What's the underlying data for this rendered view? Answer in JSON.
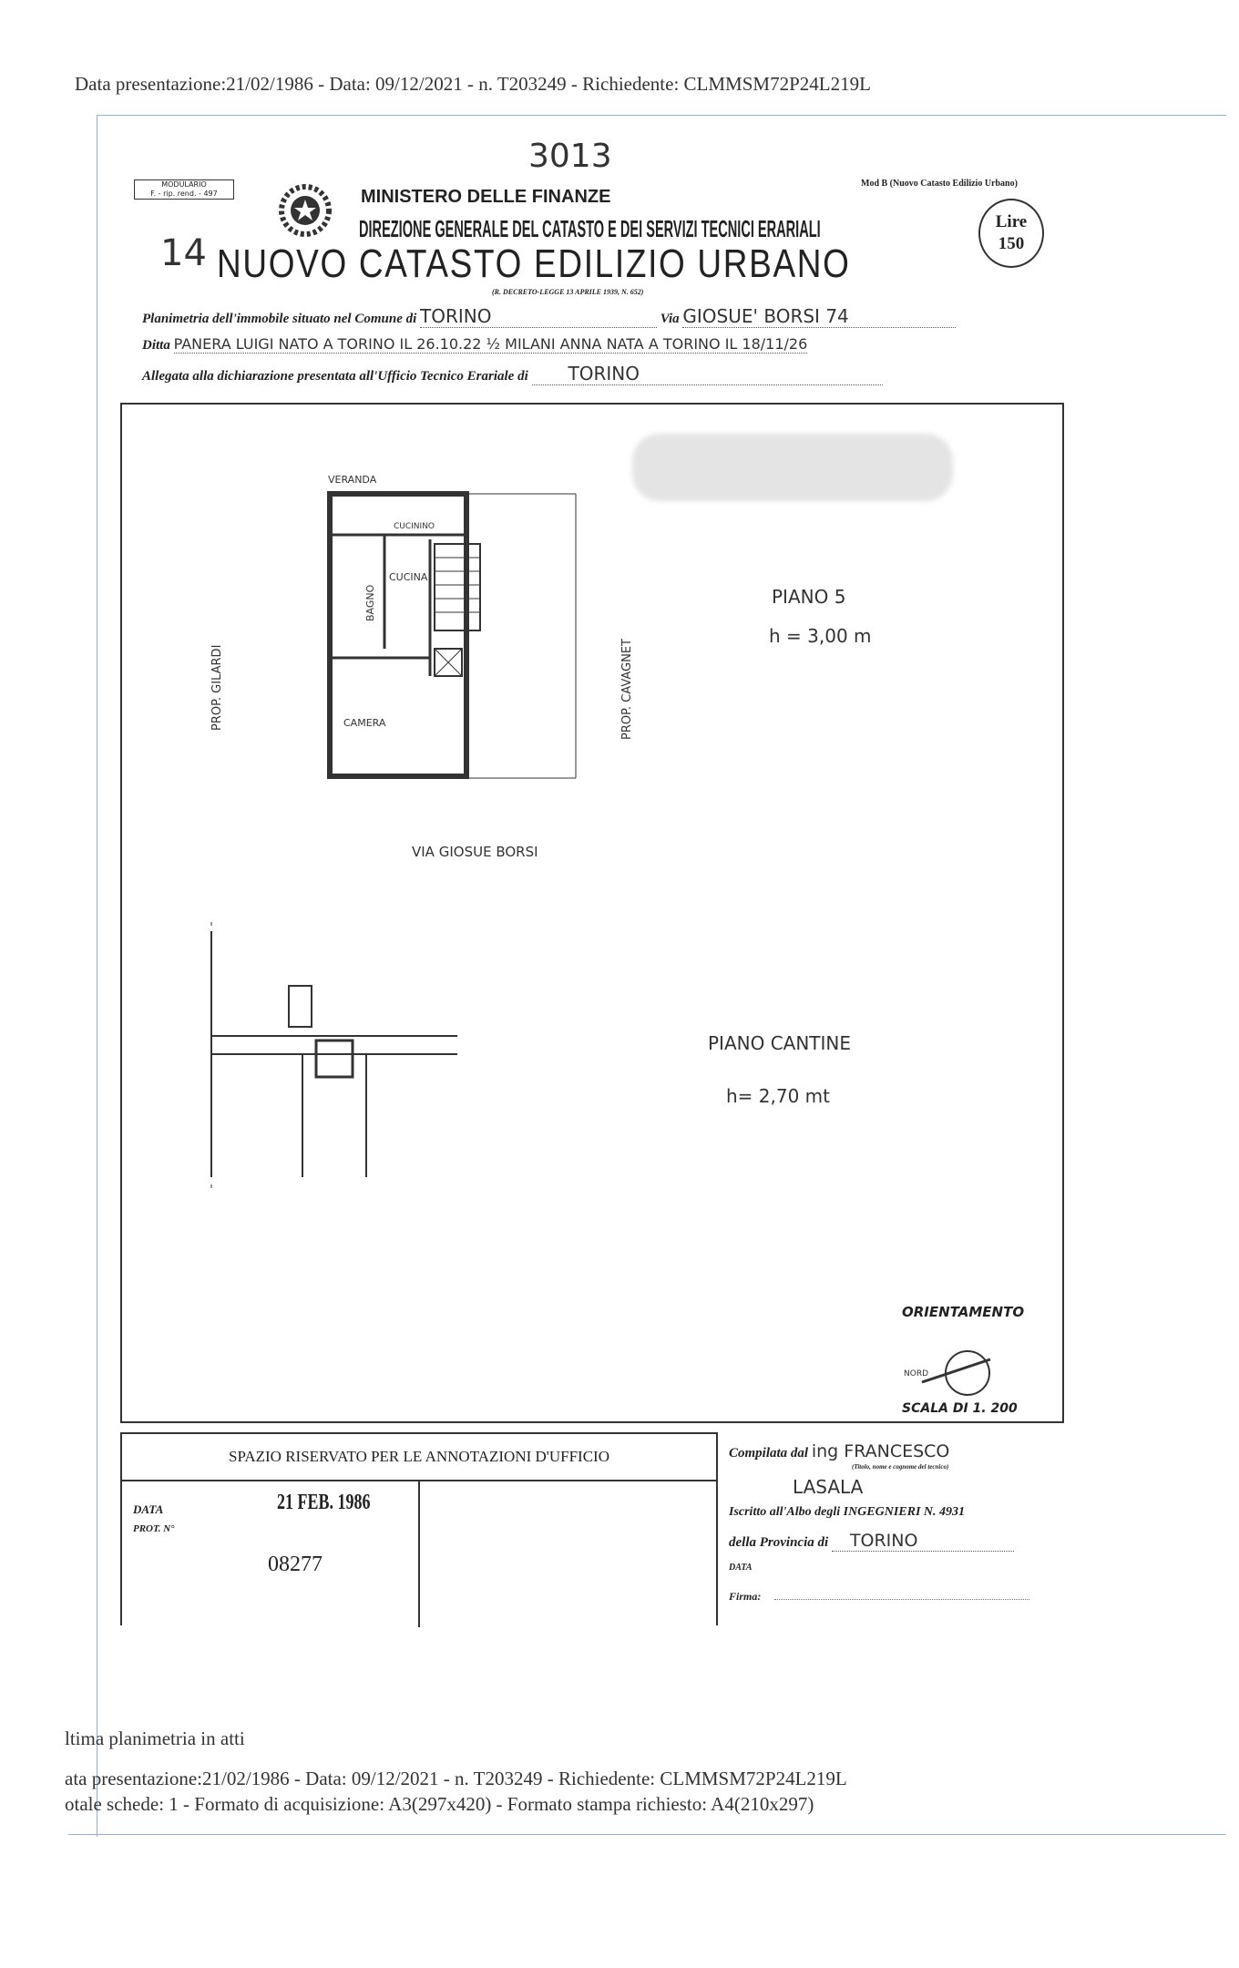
{
  "top_header": "Data presentazione:21/02/1986 - Data: 09/12/2021 - n. T203249 - Richiedente: CLMMSM72P24L219L",
  "form": {
    "modulo_box": [
      "MODULARIO",
      "F. - rip. rend. - 497"
    ],
    "handwritten_number": "3013",
    "sheet_number": "14",
    "mod_b": "Mod B (Nuovo Catasto Edilizio Urbano)",
    "ministry": "MINISTERO DELLE FINANZE",
    "direction": "DIREZIONE GENERALE DEL CATASTO E DEI SERVIZI TECNICI ERARIALI",
    "stamp": {
      "line1": "Lire",
      "line2": "150"
    },
    "title": "NUOVO CATASTO EDILIZIO URBANO",
    "decree": "(R. DECRETO-LEGGE 13 APRILE 1939, N. 652)",
    "planimetria_label": "Planimetria dell'immobile situato nel Comune di",
    "comune": "TORINO",
    "via_label": "Via",
    "via": "GIOSUE' BORSI 74",
    "ditta_label": "Ditta",
    "ditta": "PANERA LUIGI NATO A TORINO IL 26.10.22 ½ MILANI ANNA NATA A TORINO IL 18/11/26",
    "allegata_label": "Allegata alla dichiarazione presentata all'Ufficio Tecnico Erariale di",
    "ufficio": "TORINO"
  },
  "plan": {
    "labels": {
      "veranda": "VERANDA",
      "cucinino": "CUCININO",
      "cucina": "CUCINA",
      "bagno": "BAGNO",
      "camera": "CAMERA",
      "prop_left": "PROP. GILARDI",
      "prop_right": "PROP. CAVAGNET",
      "street": "VIA GIOSUE BORSI"
    },
    "piano5": "PIANO 5",
    "piano5_h": "h = 3,00 m",
    "cantine": "PIANO CANTINE",
    "cantine_h": "h= 2,70 mt",
    "orientamento": "ORIENTAMENTO",
    "nord": "NORD",
    "scala": "SCALA DI 1. 200"
  },
  "office": {
    "title": "SPAZIO RISERVATO PER LE ANNOTAZIONI D'UFFICIO",
    "data_label": "DATA",
    "data_value": "21 FEB. 1986",
    "prot_label": "PROT. N°",
    "prot_value": "08277"
  },
  "compiler": {
    "compilata_label": "Compilata dal",
    "title_name": "ing FRANCESCO",
    "note": "(Titolo, nome e cognome del tecnico)",
    "surname": "LASALA",
    "iscritto": "Iscritto all'Albo degli INGEGNIERI N. 4931",
    "provincia_label": "della Provincia di",
    "provincia": "TORINO",
    "data_label": "DATA",
    "firma_label": "Firma:"
  },
  "footer": {
    "line1": "ltima planimetria in atti",
    "line2": "ata presentazione:21/02/1986 - Data: 09/12/2021 - n. T203249 - Richiedente: CLMMSM72P24L219L",
    "line3": "otale schede: 1 - Formato di acquisizione: A3(297x420) - Formato stampa richiesto: A4(210x297)"
  }
}
